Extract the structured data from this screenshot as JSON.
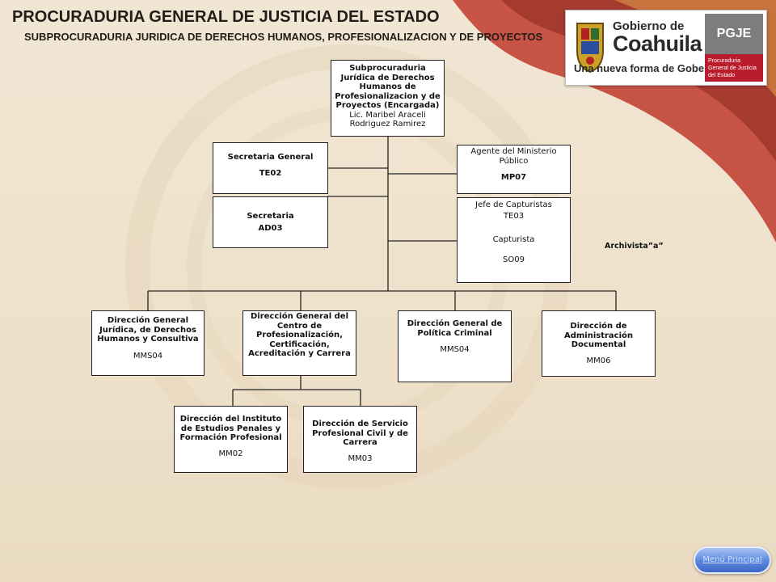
{
  "header": {
    "title": "PROCURADURIA GENERAL DE JUSTICIA DEL ESTADO",
    "subtitle": "SUBPROCURADURIA JURIDICA DE DERECHOS HUMANOS, PROFESIONALIZACION Y DE PROYECTOS"
  },
  "logo": {
    "line1": "Gobierno de",
    "line2": "Coahuila",
    "motto": "Una nueva forma de Gobernar",
    "badge": "PGJE",
    "badge_caption": "Procuraduria General de Justicia del Estado"
  },
  "org": {
    "head": {
      "title": "Subprocuraduria Jurídica de Derechos Humanos de Profesionalizacion y de Proyectos (Encargada)",
      "name": "Lic. Maribel Araceli Rodriguez Ramirez"
    },
    "sec_general": {
      "title": "Secretaria General",
      "code": "TE02"
    },
    "secretaria": {
      "title": "Secretaria",
      "code": "AD03"
    },
    "agente": {
      "title": "Agente del Ministerio Público",
      "code": "MP07"
    },
    "jefe_capt": {
      "title": "Jefe de Capturistas",
      "code": "TE03",
      "sub_title": "Capturista",
      "sub_code": "SO09"
    },
    "archivista": "Archivista”a”",
    "dg_juridica": {
      "title": "Dirección General Jurídica, de Derechos Humanos y Consultiva",
      "code": "MMS04"
    },
    "dg_centro": {
      "title": "Dirección General del Centro de Profesionalización, Certificación, Acreditación y Carrera",
      "code": ""
    },
    "dg_politica": {
      "title": "Dirección General de Política Criminal",
      "code": "MMS04"
    },
    "d_admin": {
      "title": "Dirección de Administración Documental",
      "code": "MM06"
    },
    "d_instituto": {
      "title": "Dirección del Instituto de Estudios Penales y Formación Profesional",
      "code": "MM02"
    },
    "d_servicio": {
      "title": "Dirección de Servicio Profesional Civil y de Carrera",
      "code": "MM03"
    }
  },
  "menu": {
    "label": "Menú Principal"
  },
  "colors": {
    "accent_red": "#b91c2c",
    "button_blue": "#4a78d4"
  }
}
